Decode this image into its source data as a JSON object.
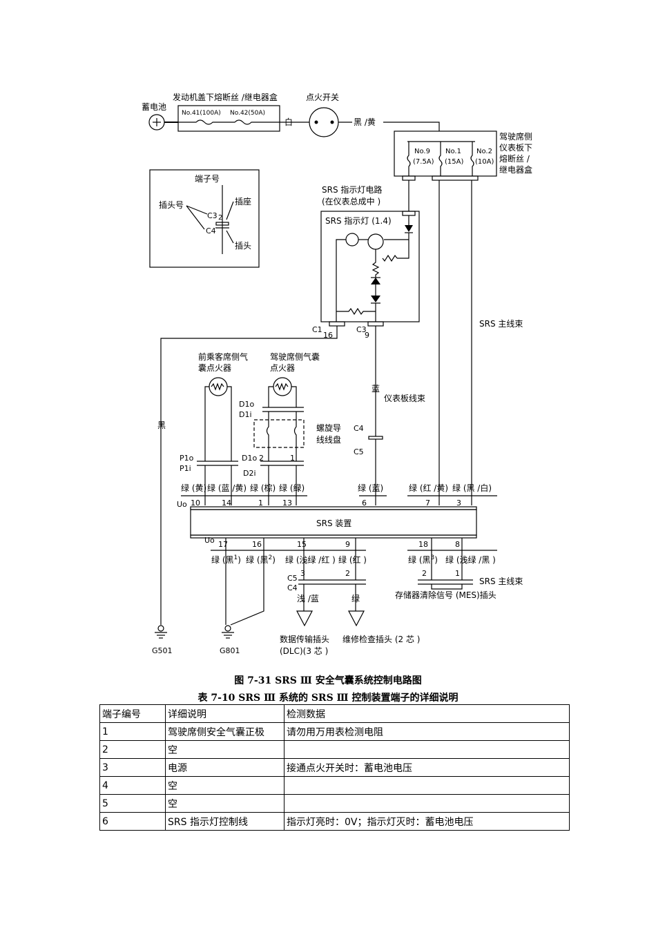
{
  "diagram": {
    "labels": {
      "battery": "蓄电池",
      "fuse_box": "发动机盖下熔断丝 /继电器盒",
      "fuse41": "No.41(100A)",
      "fuse42": "No.42(50A)",
      "white": "白",
      "ignition": "点火开关",
      "black_yellow": "黑 /黄",
      "dash_box_1": "驾驶席侧",
      "dash_box_2": "仪表板下",
      "dash_box_3": "熔断丝 /",
      "dash_box_4": "继电器盒",
      "fuse9": "No.9",
      "fuse9a": "(7.5A)",
      "fuse1": "No.1",
      "fuse1a": "(15A)",
      "fuse2": "No.2",
      "fuse2a": "(10A)",
      "legend_terminal": "端子号",
      "legend_plug_no": "插头号",
      "legend_socket": "插座",
      "legend_c3": "C3",
      "legend_2": "2",
      "legend_c4": "C4",
      "legend_plug": "插头",
      "srs_circuit_1": "SRS 指示灯电路",
      "srs_circuit_2": "(在仪表总成中 )",
      "srs_lamp": "SRS 指示灯 (1.4)",
      "c1": "C1",
      "n16": "16",
      "c3": "C3",
      "n9": "9",
      "srs_harness": "SRS 主线束",
      "passenger_1": "前乘客席侧气",
      "passenger_2": "囊点火器",
      "driver_1": "驾驶席侧气囊",
      "driver_2": "点火器",
      "d1o": "D1o",
      "d1i": "D1i",
      "spiral_1": "螺旋导",
      "spiral_2": "线线盘",
      "black": "黑",
      "blue": "蓝",
      "dash_harness": "仪表板线束",
      "c4": "C4",
      "c5": "C5",
      "p1o": "P1o",
      "p1i": "P1i",
      "d1o2": "D1o",
      "n2": "2",
      "n1": "1",
      "d2i": "D2i",
      "w_gy": "绿 (黄)",
      "w_gby": "绿 (蓝 /黄)",
      "w_gbr": "绿 (棕)",
      "w_gg": "绿 (绿)",
      "w_gb": "绿 (蓝)",
      "w_gry": "绿 (红 /黄)",
      "w_gbw": "绿 (黑 /白)",
      "uo_top": "Uo",
      "p10": "10",
      "p14": "14",
      "p1": "1",
      "p13": "13",
      "p6": "6",
      "p7": "7",
      "p3": "3",
      "srs_unit": "SRS 装置",
      "uo_bot": "Uo",
      "p17": "17",
      "p16": "16",
      "p15": "15",
      "p9b": "9",
      "p18": "18",
      "p8": "8",
      "w_gk1": "绿 (黑",
      "sup1": "1",
      "w_gk2": "绿 (黑",
      "sup2": "2",
      "close_paren": ")",
      "w_glr": "绿 (浅绿 /红 )",
      "w_gr": "绿 (红 )",
      "w_gk3": "绿 (黑",
      "sup3": "3",
      "w_glk": "绿 (浅绿 /黑 )",
      "c5b": "C5",
      "c4b": "C4",
      "n3": "3",
      "n2b": "2",
      "lb": "浅 /蓝",
      "green": "绿",
      "n2c": "2",
      "n1c": "1",
      "srs_harness2": "SRS 主线束",
      "mes": "存储器清除信号 (MES)插头",
      "dlc_1": "数据传输插头",
      "dlc_2": "(DLC)(3 芯 )",
      "svc": "维修检查插头 (2 芯 )",
      "g501": "G501",
      "g801": "G801"
    }
  },
  "figure_caption": "图 7-31  SRS   Ⅲ 安全气囊系统控制电路图",
  "table_caption": "表 7-10  SRS  Ⅲ 系统的 SRS  Ⅲ 控制装置端子的详细说明",
  "table": {
    "headers": [
      "端子编号",
      "详细说明",
      "检测数据"
    ],
    "rows": [
      [
        "1",
        "驾驶席侧安全气囊正极",
        "请勿用万用表检测电阻"
      ],
      [
        "2",
        "空",
        ""
      ],
      [
        "3",
        "电源",
        "接通点火开关时：蓄电池电压"
      ],
      [
        "4",
        "空",
        ""
      ],
      [
        "5",
        "空",
        ""
      ],
      [
        "6",
        "SRS 指示灯控制线",
        "指示灯亮时：0V；指示灯灭时：蓄电池电压"
      ]
    ]
  }
}
